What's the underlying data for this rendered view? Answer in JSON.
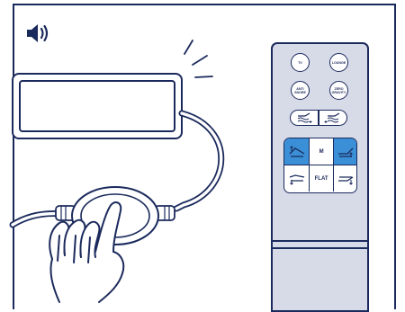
{
  "audio": {
    "icon": "speaker-icon"
  },
  "remote": {
    "buttons": {
      "tv": "TV",
      "lounge": "LOUNGE",
      "anti_snore_line1": "ANTI",
      "anti_snore_line2": "SNORE",
      "zero_gravity_line1": "ZERO",
      "zero_gravity_line2": "GRAVITY",
      "memory": "M",
      "flat": "FLAT"
    }
  },
  "colors": {
    "outline": "#1b2a5c",
    "remote_body": "#d7dbe8",
    "active_key": "#3a8fd6",
    "skin": "#ffffff"
  },
  "icons": {
    "head_up": "head-up-icon",
    "foot_up": "foot-up-icon",
    "head_down": "head-down-icon",
    "foot_down": "foot-down-icon",
    "massage_head": "massage-head-icon",
    "massage_foot": "massage-foot-icon"
  }
}
